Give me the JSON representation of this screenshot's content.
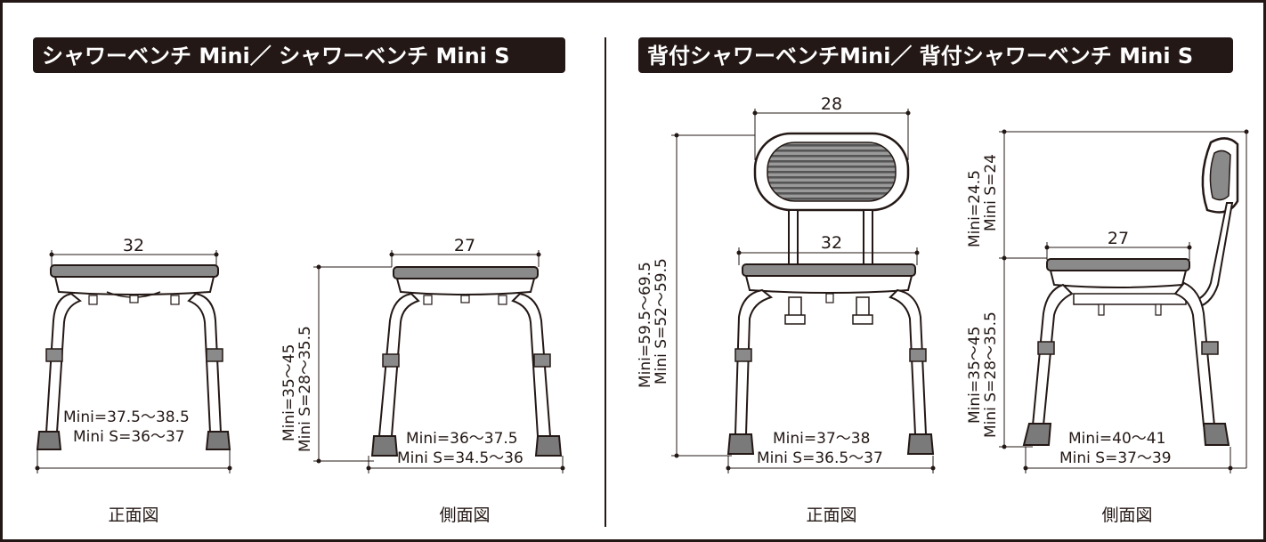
{
  "panels": {
    "left": {
      "title": "シャワーベンチ Mini／ シャワーベンチ Mini S",
      "front": {
        "seat_width": "32",
        "bottom_line1": "Mini=37.5～38.5",
        "bottom_line2": "Mini S=36～37",
        "caption": "正面図"
      },
      "side": {
        "seat_depth": "27",
        "height_line1": "Mini=35～45",
        "height_line2": "Mini S=28～35.5",
        "bottom_line1": "Mini=36～37.5",
        "bottom_line2": "Mini S=34.5～36",
        "caption": "側面図"
      }
    },
    "right": {
      "title": "背付シャワーベンチMini／ 背付シャワーベンチ Mini S",
      "front": {
        "back_width": "28",
        "seat_width": "32",
        "height_line1": "Mini=59.5～69.5",
        "height_line2": "Mini S=52～59.5",
        "bottom_line1": "Mini=37～38",
        "bottom_line2": "Mini S=36.5～37",
        "caption": "正面図"
      },
      "side": {
        "seat_depth": "27",
        "back_line1": "Mini=24.5",
        "back_line2": "Mini S=24",
        "height_line1": "Mini=35～45",
        "height_line2": "Mini S=28～35.5",
        "bottom_line1": "Mini=40～41",
        "bottom_line2": "Mini S=37～39",
        "caption": "側面図"
      }
    }
  },
  "colors": {
    "title_bg": "#231815",
    "title_text": "#ffffff",
    "seat_top": "#8a8a8a",
    "foot": "#7a7a7a",
    "line": "#231815"
  }
}
